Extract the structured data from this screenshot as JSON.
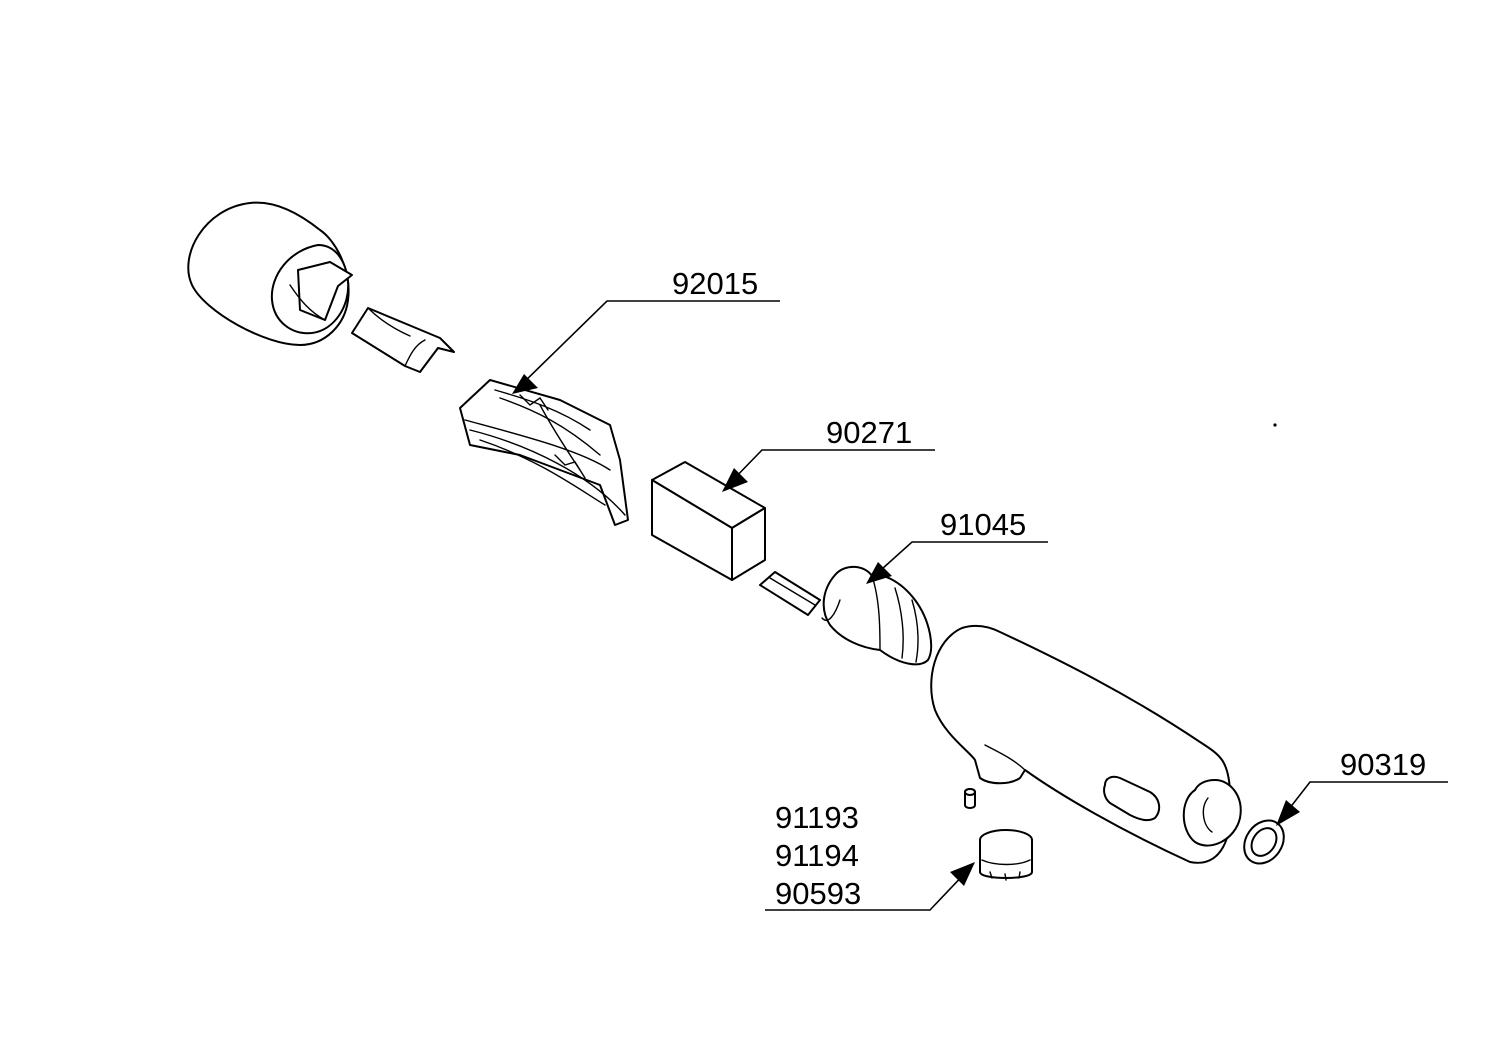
{
  "callouts": {
    "p92015": "92015",
    "p90271": "90271",
    "p91045": "91045",
    "p90319": "90319",
    "aerator_1": "91193",
    "aerator_2": "91194",
    "aerator_3": "90593"
  }
}
